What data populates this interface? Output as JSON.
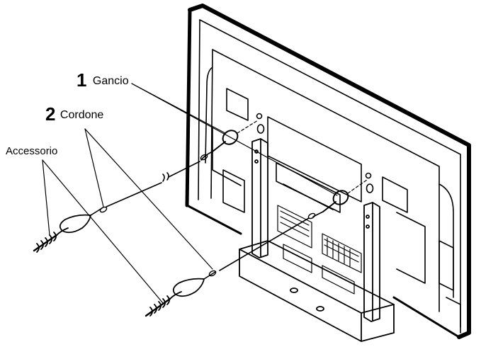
{
  "labels": {
    "gancio": {
      "number": "1",
      "text": "Gancio"
    },
    "cordone": {
      "number": "2",
      "text": "Cordone"
    },
    "accessorio": {
      "text": "Accessorio"
    }
  },
  "colors": {
    "line": "#000000",
    "background": "#ffffff"
  }
}
